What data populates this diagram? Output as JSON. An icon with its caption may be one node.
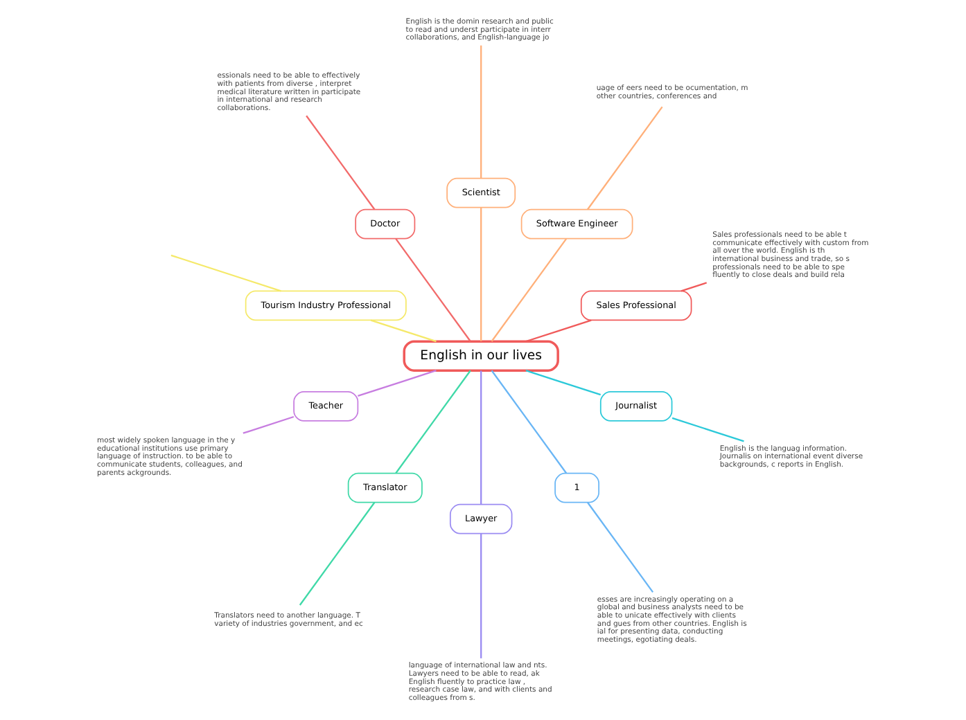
{
  "diagram": {
    "nodes": [
      {
        "text": [
          "English in our lives"
        ]
      },
      {
        "text": [
          "Sales Professional"
        ]
      },
      {
        "text": [
          "Sales professionals need to be able t communicate effectively with custom from all over the world. English is th international business and trade, so s professionals need to be able to spe fluently to close deals and build rela"
        ]
      },
      {
        "text": [
          "Software Engineer"
        ]
      },
      {
        "text": [
          "uage of eers need to be ocumentation, m other countries, conferences and"
        ]
      },
      {
        "text": [
          "Scientist"
        ]
      },
      {
        "text": [
          "English is the domin research and public to read and underst participate in interr collaborations, and English-language jo"
        ]
      },
      {
        "text": [
          "Doctor"
        ]
      },
      {
        "text": [
          "essionals need to be able to effectively with patients from diverse , interpret medical literature written in participate in international and research collaborations."
        ]
      },
      {
        "text": [
          "Tourism Industry Professional"
        ]
      },
      {
        "text": [
          "Teacher"
        ]
      },
      {
        "text": [
          "most widely spoken language in the y educational institutions use primary language of instruction. to be able to communicate students, colleagues, and parents ackgrounds."
        ]
      },
      {
        "text": [
          "Translator"
        ]
      },
      {
        "text": [
          "Translators need to another language. T variety of industries government, and ec"
        ]
      },
      {
        "text": [
          "Lawyer"
        ]
      },
      {
        "text": [
          "language of international law and nts. Lawyers need to be able to read, ak English fluently to practice law , research case law, and with clients and colleagues from s."
        ]
      },
      {
        "text": [
          "1"
        ]
      },
      {
        "text": [
          "esses are increasingly operating on a global and business analysts need to be able to unicate effectively with clients and gues from other countries. English is ial for presenting data, conducting meetings, egotiating deals."
        ]
      },
      {
        "text": [
          "Journalist"
        ]
      },
      {
        "text": [
          "English is the languag information. Journalis on international event diverse backgrounds, c reports in English."
        ]
      }
    ],
    "edges": [
      {
        "from": 0,
        "to": 1,
        "arrow": "none",
        "color": "#f05a5a"
      },
      {
        "from": 1,
        "to": 2,
        "arrow": "none",
        "color": "#f05a5a"
      },
      {
        "from": 0,
        "to": 3,
        "arrow": "none",
        "color": "#ffb07a"
      },
      {
        "from": 3,
        "to": 4,
        "arrow": "none",
        "color": "#ffb07a"
      },
      {
        "from": 0,
        "to": 5,
        "arrow": "none",
        "color": "#ffb07a"
      },
      {
        "from": 5,
        "to": 6,
        "arrow": "none",
        "color": "#ffb07a"
      },
      {
        "from": 0,
        "to": 7,
        "arrow": "none",
        "color": "#f26b6b"
      },
      {
        "from": 7,
        "to": 8,
        "arrow": "none",
        "color": "#f26b6b"
      },
      {
        "from": 0,
        "to": 9,
        "arrow": "none",
        "color": "#f5e96a"
      },
      {
        "from": 9,
        "to": null,
        "arrow": "none",
        "color": "#f5e96a"
      },
      {
        "from": 0,
        "to": 10,
        "arrow": "none",
        "color": "#c77de0"
      },
      {
        "from": 10,
        "to": 11,
        "arrow": "none",
        "color": "#c77de0"
      },
      {
        "from": 0,
        "to": 12,
        "arrow": "none",
        "color": "#40d9a8"
      },
      {
        "from": 12,
        "to": 13,
        "arrow": "none",
        "color": "#40d9a8"
      },
      {
        "from": 0,
        "to": 14,
        "arrow": "none",
        "color": "#9b8cf2"
      },
      {
        "from": 14,
        "to": 15,
        "arrow": "none",
        "color": "#9b8cf2"
      },
      {
        "from": 0,
        "to": 16,
        "arrow": "none",
        "color": "#6ab6f5"
      },
      {
        "from": 16,
        "to": 17,
        "arrow": "none",
        "color": "#6ab6f5"
      },
      {
        "from": 0,
        "to": 18,
        "arrow": "none",
        "color": "#2cc9d9"
      },
      {
        "from": 18,
        "to": 19,
        "arrow": "none",
        "color": "#2cc9d9"
      }
    ]
  }
}
